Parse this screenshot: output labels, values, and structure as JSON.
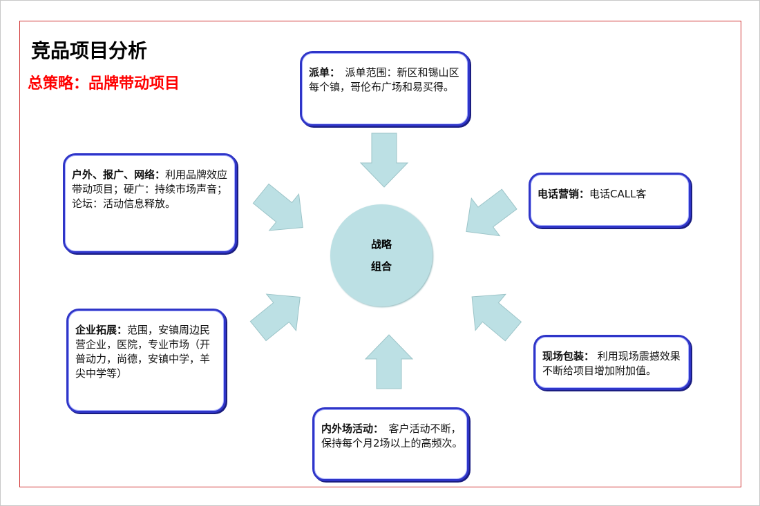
{
  "title": "竞品项目分析",
  "subtitle": "总策略：品牌带动项目",
  "center": {
    "line1": "战略",
    "line2": "组合"
  },
  "boxes": {
    "paidan": {
      "label": "派单：",
      "text": "　派单范围：新区和锡山区每个镇，哥伦布广场和易买得。"
    },
    "huwai": {
      "label": "户外、报广、网络：",
      "text": "利用品牌效应带动项目；硬广：持续市场声音；论坛：活动信息释放。"
    },
    "dianhua": {
      "label": "电话营销：",
      "text": "电话CALL客"
    },
    "qiye": {
      "label": "企业拓展：",
      "text": "范围，安镇周边民营企业，医院，专业市场（开普动力，尚德，安镇中学，羊尖中学等）"
    },
    "xianchang": {
      "label": "现场包装：",
      "text": " 利用现场震撼效果不断给项目增加附加值。"
    },
    "neiwai": {
      "label": "内外场活动：",
      "text": "　客户活动不断，保持每个月2场以上的高频次。"
    }
  },
  "colors": {
    "accent_red": "#ff0000",
    "box_border": "#2f35c8",
    "shape_fill": "#bce0e4"
  }
}
